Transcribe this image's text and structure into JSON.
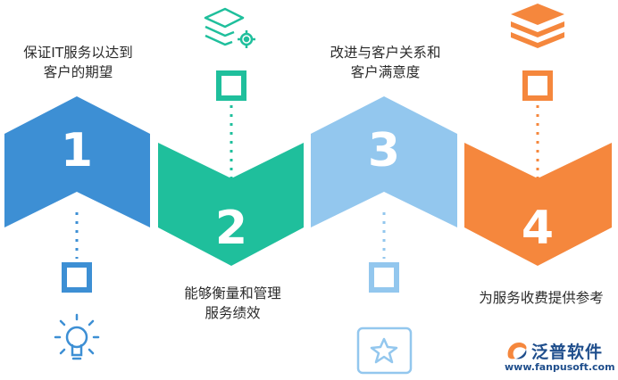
{
  "steps": [
    {
      "number": "1",
      "caption_line1": "保证IT服务以达到",
      "caption_line2": "客户的期望",
      "color": "#3d8fd4",
      "icon": "lightbulb-icon"
    },
    {
      "number": "2",
      "caption_line1": "能够衡量和管理",
      "caption_line2": "服务绩效",
      "color": "#1fbf9c",
      "icon": "layers-gear-icon"
    },
    {
      "number": "3",
      "caption_line1": "改进与客户关系和",
      "caption_line2": "客户满意度",
      "color": "#93c7ee",
      "icon": "star-icon"
    },
    {
      "number": "4",
      "caption_line1": "为服务收费提供参考",
      "caption_line2": "",
      "color": "#f5873d",
      "icon": "stack-icon"
    }
  ],
  "brand": {
    "name": "泛普软件",
    "url": "www.fanpusoft.com",
    "color": "#1f4e8c"
  }
}
